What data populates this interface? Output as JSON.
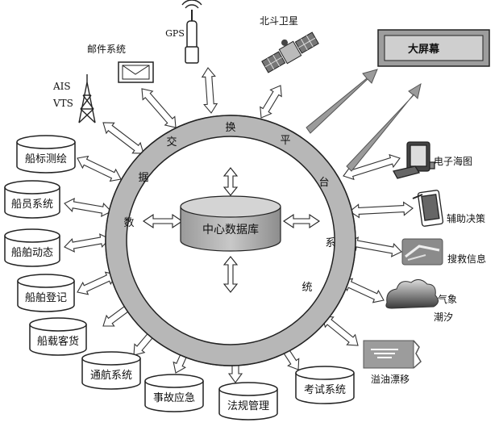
{
  "hub": {
    "core_label": "中心数据库",
    "ring_chars": [
      "交",
      "换",
      "平",
      "台",
      "系",
      "统",
      "数",
      "据"
    ]
  },
  "nodes": {
    "gps": "GPS",
    "beidou": "北斗卫星",
    "email": "邮件系统",
    "ais": "AIS",
    "vts": "VTS",
    "big_screen": "大屏幕",
    "ship_survey": "船标测绘",
    "crew": "船员系统",
    "ship_dynamics": "船舶动态",
    "ship_registry": "船舶登记",
    "passenger_cargo": "船载客货",
    "navigation": "通航系统",
    "emergency": "事故应急",
    "regulations": "法规管理",
    "exam": "考试系统",
    "e_chart": "电子海图",
    "decision": "辅助决策",
    "rescue": "搜救信息",
    "weather": "气象",
    "tide": "潮汐",
    "oil_drift": "溢油漂移"
  },
  "icons": {
    "gps": "gps-antenna-icon",
    "beidou": "satellite-icon",
    "email": "envelope-icon",
    "ais_vts": "radio-tower-icon",
    "e_chart": "computer-icon",
    "decision": "tablet-icon",
    "rescue": "rescue-image-icon",
    "weather": "cloud-icon",
    "oil_drift": "oil-spill-icon"
  }
}
